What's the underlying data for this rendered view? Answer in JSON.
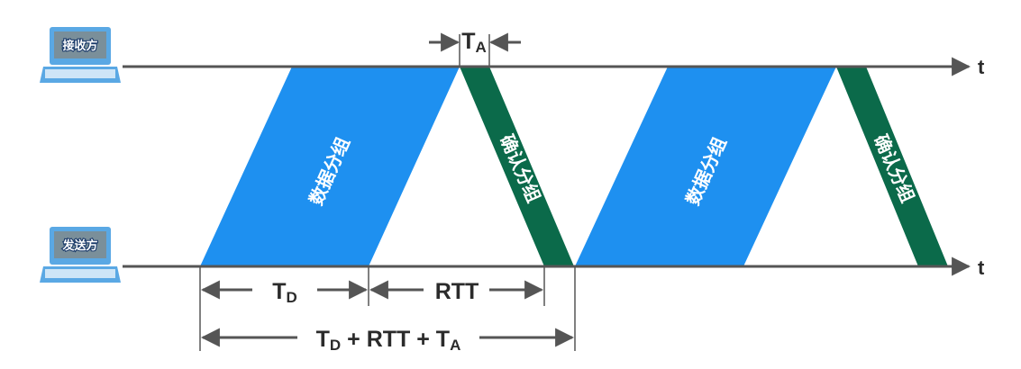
{
  "nodes": {
    "receiver": "接收方",
    "sender": "发送方"
  },
  "axis_label": "t",
  "packets": {
    "data": "数据分组",
    "ack": "确认分组"
  },
  "measures": {
    "ta_main": "T",
    "ta_sub": "A",
    "td_main": "T",
    "td_sub": "D",
    "rtt": "RTT",
    "total_td_main": "T",
    "total_td_sub": "D",
    "total_rest": " + RTT + T",
    "total_ta_sub": "A"
  },
  "colors": {
    "data": "#1e90f0",
    "ack": "#0b6a4a",
    "line": "#555555",
    "screen": "#5aa8e4",
    "screen_inner": "#7a8f9a"
  }
}
